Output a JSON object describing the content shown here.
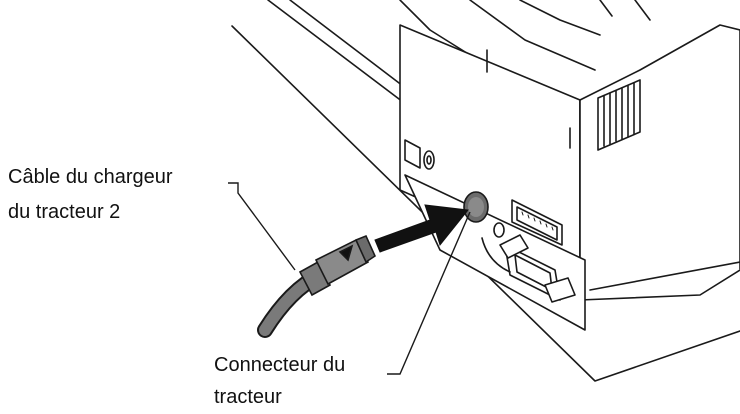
{
  "labels": {
    "cable_line1": "Câble du chargeur",
    "cable_line2": "du tracteur 2",
    "connector_line1": "Connecteur du",
    "connector_line2": "tracteur"
  },
  "colors": {
    "stroke": "#1a1a1a",
    "fill": "#ffffff",
    "connector": "#6b6b6b",
    "cable": "#7a7a7a",
    "arrow": "#111111"
  }
}
